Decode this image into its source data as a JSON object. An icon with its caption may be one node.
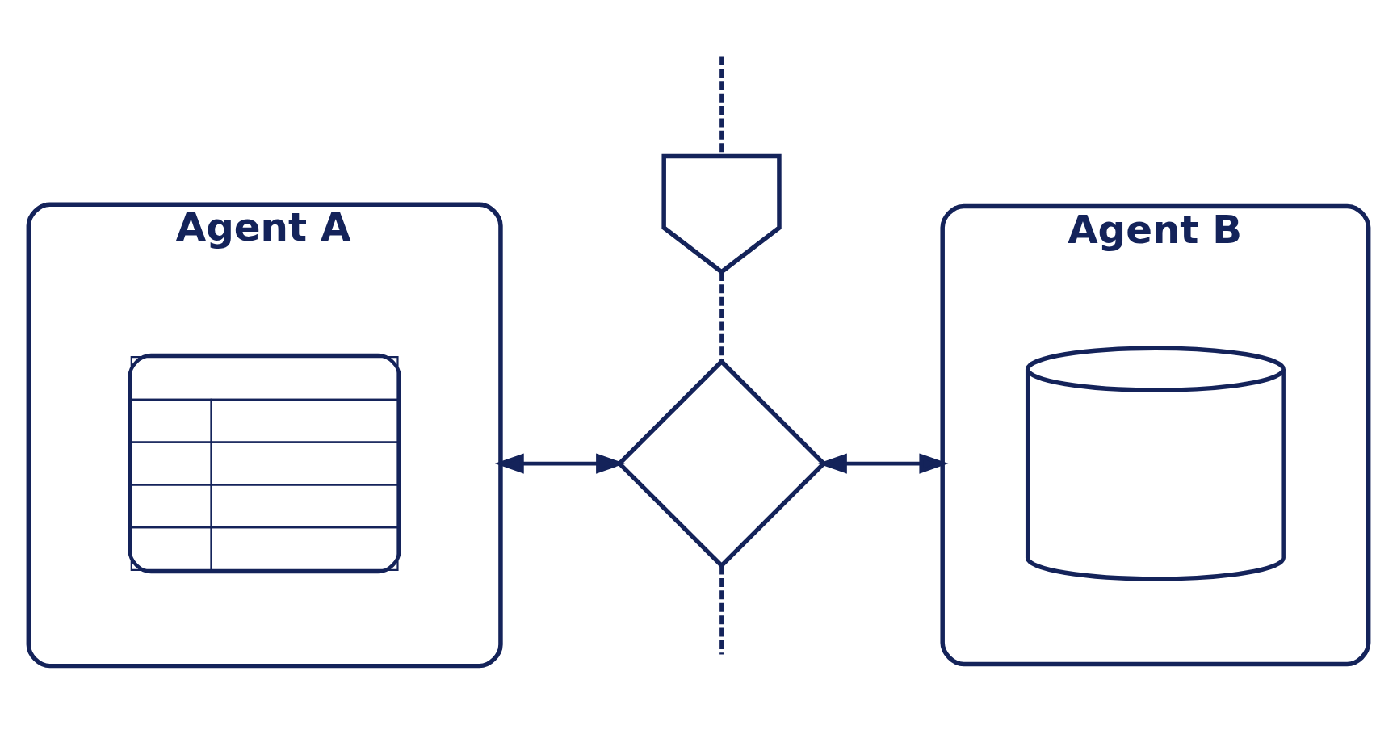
{
  "diagram": {
    "nodes": [
      {
        "text": [
          "Agent A"
        ]
      },
      {
        "text": [],
        "shape": "picture",
        "in": 0
      },
      {
        "text": [],
        "shape": "picture"
      },
      {
        "text": [],
        "shape": "diamond"
      },
      {
        "text": [
          "Agent B"
        ]
      },
      {
        "text": [],
        "shape": "cylinder",
        "in": 4
      }
    ],
    "edges": [
      {
        "from": 0,
        "to": 3,
        "arrow": "both"
      },
      {
        "from": 3,
        "to": 4,
        "arrow": "both"
      },
      {
        "from": null,
        "to": 2,
        "arrow": "none",
        "style": "dashed"
      },
      {
        "from": 2,
        "to": 3,
        "arrow": "none",
        "style": "dashed"
      },
      {
        "from": 3,
        "to": null,
        "arrow": "none",
        "style": "dashed"
      }
    ]
  }
}
